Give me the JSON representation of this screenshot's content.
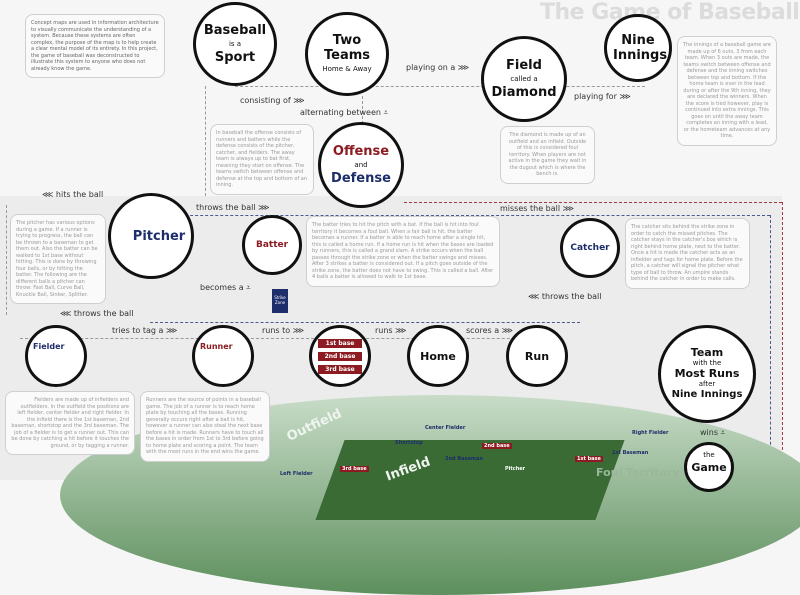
{
  "title": "The Game of Baseball",
  "intro": "Concept maps are used in information architecture to visually communicate the understanding of a system. Because these systems are often complex, the purpose of the map is to help create a clear mental model of its entirety. In this project, the game of baseball was deconstructed to illustrate this system to anyone who does not already know the game.",
  "nodes": {
    "baseball": {
      "top": "Baseball",
      "mid": "is a",
      "bottom": "Sport"
    },
    "teams": {
      "top": "Two Teams",
      "bottom": "Home & Away"
    },
    "field": {
      "top": "Field",
      "mid": "called a",
      "bottom": "Diamond"
    },
    "innings": {
      "top": "Nine Innings"
    },
    "offense": {
      "top": "Offense",
      "mid": "and",
      "bottom": "Defense"
    },
    "pitcher": "Pitcher",
    "batter": "Batter",
    "catcher": "Catcher",
    "fielder": "Fielder",
    "runner": "Runner",
    "bases": [
      "1st base",
      "2nd base",
      "3rd base"
    ],
    "home": "Home",
    "run": "Run",
    "team": {
      "l1": "Team",
      "l2": "with the",
      "l3": "Most Runs",
      "l4": "after",
      "l5": "Nine Innings"
    },
    "game": {
      "l1": "the",
      "l2": "Game"
    },
    "strike_zone": "Strike Zone"
  },
  "links": {
    "consisting": "consisting of ⋙",
    "playing_on": "playing on a ⋙",
    "playing_for": "playing for ⋙",
    "alternating": "alternating between ⩡",
    "hits": "⋘ hits the ball",
    "throws1": "throws the ball ⋙",
    "becomes": "becomes a ⩡",
    "misses": "misses the ball ⋙",
    "throws2": "⋘ throws the ball",
    "throws3": "⋘ throws the ball",
    "tag": "tries to tag a ⋙",
    "runs_to": "runs to ⋙",
    "runs": "runs ⋙",
    "scores": "scores a ⋙",
    "wins": "wins ⩡"
  },
  "texts": {
    "innings": "The innings of a baseball game are made up of 6 outs, 3 from each team. When 3 outs are made, the teams switch between offense and defense and the inning switches between top and bottom. If the home team is ever in the lead during or after the 9th inning, they are declared the winners. When the score is tied however, play is continued into extra innings. This goes on until the away team completes an inning with a lead, or the hometeam advances at any time.",
    "offense": "In baseball the offense consists of runners and batters while the defense consists of the pitcher, catcher, and fielders. The away team is always up to bat first, meaning they start on offense. The teams switch between offense and defense at the top and bottom of an inning.",
    "diamond": "The diamond is made up of an outfield and an infield. Outside of this is considered foul territory. When players are not active in the game they wait in the dugout which is where the bench is.",
    "pitcher": "The pitcher has various options during a game. If a runner is trying to progress, the ball can be thrown to a baseman to get them out. Also the batter can be walked to 1st base without hitting. This is done by throwing four balls, or by hitting the batter. The following are the different balls a pitcher can throw: Fast Ball, Curve Ball, Knuckle Ball, Sinker, Splitter.",
    "batter": "The batter tries to hit the pitch with a bat. If the ball is hit into foul territory it becomes a foul ball. When a fair ball is hit, the batter becomes a runner. If a batter is able to reach home after a single hit, this is called a home run. If a home run is hit when the bases are loaded by runners, this is called a grand slam. A strike occurs when the ball passes through the strike zone or when the batter swings and misses. After 3 strikes a batter is considered out. If a pitch goes outside of the strike zone, the batter does not have to swing. This is called a ball. After 4 balls a batter is allowed to walk to 1st base.",
    "catcher": "The catcher sits behind the strike zone in order to catch the missed pitches. The catcher stays in the catcher's box which is right behind home plate, next to the batter. Once a hit is made the catcher acts as an infielder and tags for home plate. Before the pitch, a catcher will signal the pitcher what type of ball to throw. An umpire stands behind the catcher in order to make calls.",
    "fielder": "Fielders are made up of infielders and outfielders. In the outfield the positions are left fielder, center fielder and right fielder. In the infield there is the 1st baseman, 2nd baseman, shortstop and the 3rd baseman. The job of a fielder is to get a runner out. This can be done by catching a hit before it touches the ground, or by tagging a runner.",
    "runner": "Runners are the source of points in a baseball game. The job of a runner is to reach home plate by touching all the bases. Running generally occurs right after a ball is hit, however a runner can also steal the next base before a hit is made. Runners have to touch all the bases in order from 1st to 3rd before going to home plate and scoring a point. The team with the most runs in the end wins the game."
  },
  "field": {
    "outfield": "Outfield",
    "infield": "Infield",
    "foul": "Foul Territory",
    "positions": [
      "Left Fielder",
      "Center Fielder",
      "Right Fielder",
      "Shortstop",
      "2nd Baseman",
      "1st Baseman",
      "Pitcher"
    ],
    "base_tags": [
      "3rd base",
      "2nd base",
      "1st base"
    ]
  },
  "colors": {
    "offense": "#8c1c22",
    "defense": "#1e2d6b"
  }
}
